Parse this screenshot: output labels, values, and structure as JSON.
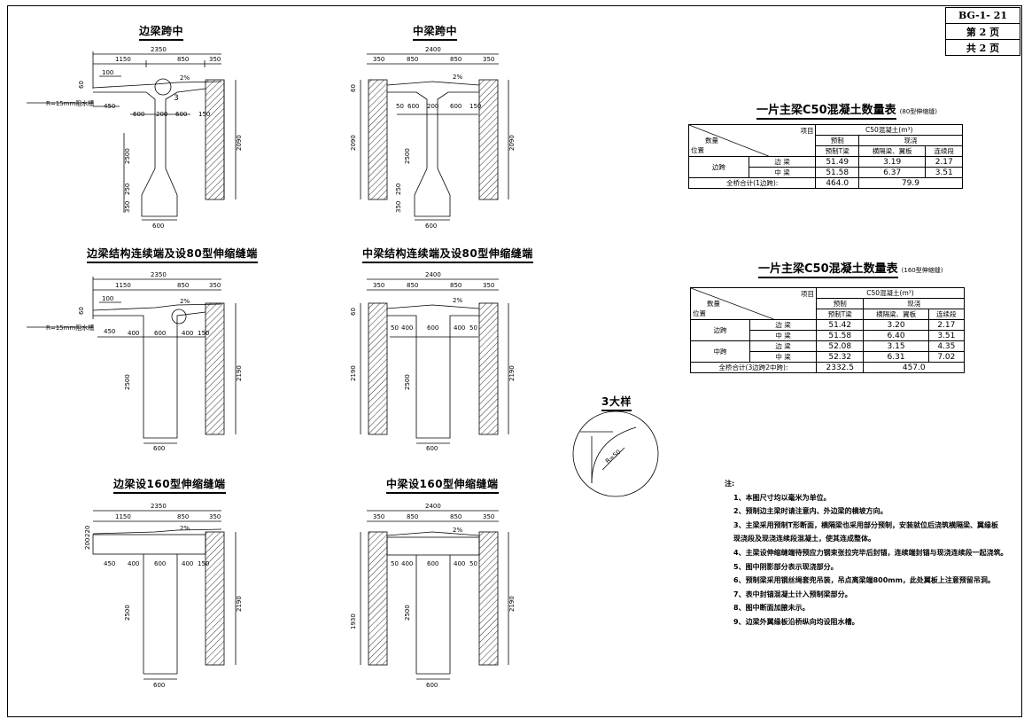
{
  "sheet": {
    "code": "BG-1- 21",
    "page": "第  2  页",
    "total": "共  2  页"
  },
  "titles": {
    "a": "边梁跨中",
    "b": "中梁跨中",
    "c": "边梁结构连续端及设80型伸缩缝端",
    "d": "中梁结构连续端及设80型伸缩缝端",
    "e": "边梁设160型伸缩缝端",
    "f": "中梁设160型伸缩缝端",
    "detail": "3大样"
  },
  "edge": {
    "total": "2350",
    "left": "1150",
    "mid": "850",
    "right": "350",
    "lip": "100",
    "slope": "2%",
    "hole": "R=15mm阻水槽",
    "flange": "450",
    "r1": "600",
    "r2": "200",
    "r3": "600",
    "r4": "150",
    "h60": "60",
    "h250": "250",
    "h2500": "2500",
    "h250b": "250",
    "h350": "350",
    "h2090": "2090",
    "w600": "600",
    "mark3": "3",
    "c_r1": "400",
    "c_r2": "600",
    "c_r3": "400",
    "c_r4": "150",
    "h2190": "2190",
    "e_h200": "200",
    "e_h220": "220",
    "e_r1": "450",
    "e_r2": "400",
    "e_r3": "600",
    "e_r4": "400",
    "e_r5": "150"
  },
  "mid": {
    "total": "2400",
    "left": "350",
    "m1": "850",
    "m2": "850",
    "right": "350",
    "slope": "2%",
    "r0": "50",
    "r1": "600",
    "r2": "200",
    "r3": "600",
    "r4": "150",
    "h2090": "2090",
    "h2500": "2500",
    "h250": "250",
    "h350": "350",
    "w600": "600",
    "c_r1": "400",
    "c_r2": "600",
    "c_r3": "400",
    "h2190": "2190",
    "h1930": "1930",
    "h60": "60"
  },
  "detail": {
    "radius": "R=50"
  },
  "table1": {
    "caption": "一片主梁C50混凝土数量表",
    "note": "(80型伸缩缝)",
    "h_item": "项目",
    "h_qty": "数量",
    "h_pos": "位置",
    "h_c50": "C50混凝土(m³)",
    "h_pre": "预制",
    "h_cast": "现浇",
    "h_pret": "预制T梁",
    "h_cross": "横隔梁、翼板",
    "h_cont": "连续段",
    "span": "边跨",
    "rows": [
      {
        "beam": "边 梁",
        "pret": "51.49",
        "cross": "3.19",
        "cont": "2.17"
      },
      {
        "beam": "中 梁",
        "pret": "51.58",
        "cross": "6.37",
        "cont": "3.51"
      }
    ],
    "total_label": "全桥合计(1边跨):",
    "total_pre": "464.0",
    "total_cast": "79.9"
  },
  "table2": {
    "caption": "一片主梁C50混凝土数量表",
    "note": "(160型伸缩缝)",
    "h_item": "项目",
    "h_qty": "数量",
    "h_pos": "位置",
    "h_c50": "C50混凝土(m³)",
    "h_pre": "预制",
    "h_cast": "现浇",
    "h_pret": "预制T梁",
    "h_cross": "横隔梁、翼板",
    "h_cont": "连续段",
    "span1": "边跨",
    "span2": "中跨",
    "rows": [
      {
        "beam": "边 梁",
        "pret": "51.42",
        "cross": "3.20",
        "cont": "2.17"
      },
      {
        "beam": "中 梁",
        "pret": "51.58",
        "cross": "6.40",
        "cont": "3.51"
      },
      {
        "beam": "边 梁",
        "pret": "52.08",
        "cross": "3.15",
        "cont": "4.35"
      },
      {
        "beam": "中 梁",
        "pret": "52.32",
        "cross": "6.31",
        "cont": "7.02"
      }
    ],
    "total_label": "全桥合计(3边跨2中跨):",
    "total_pre": "2332.5",
    "total_cast": "457.0"
  },
  "notes": {
    "head": "注:",
    "items": [
      "1、本图尺寸均以毫米为单位。",
      "2、预制边主梁时请注意内、外边梁的横坡方向。",
      "3、主梁采用预制T形断面，横隔梁也采用部分预制，安装就位后浇筑横隔梁、翼缘板",
      "   现浇段及现浇连续段混凝土，使其连成整体。",
      "4、主梁设伸缩缝端待预应力钢束张拉完毕后封锚，连续端封锚与现浇连续段一起浇筑。",
      "5、图中阴影部分表示现浇部分。",
      "6、预制梁采用钢丝绳套兜吊装，吊点离梁端800mm，此处翼板上注意预留吊洞。",
      "7、表中封锚混凝土计入预制梁部分。",
      "8、图中断面加腋未示。",
      "9、边梁外翼缘板沿桥纵向均设阻水槽。"
    ]
  }
}
